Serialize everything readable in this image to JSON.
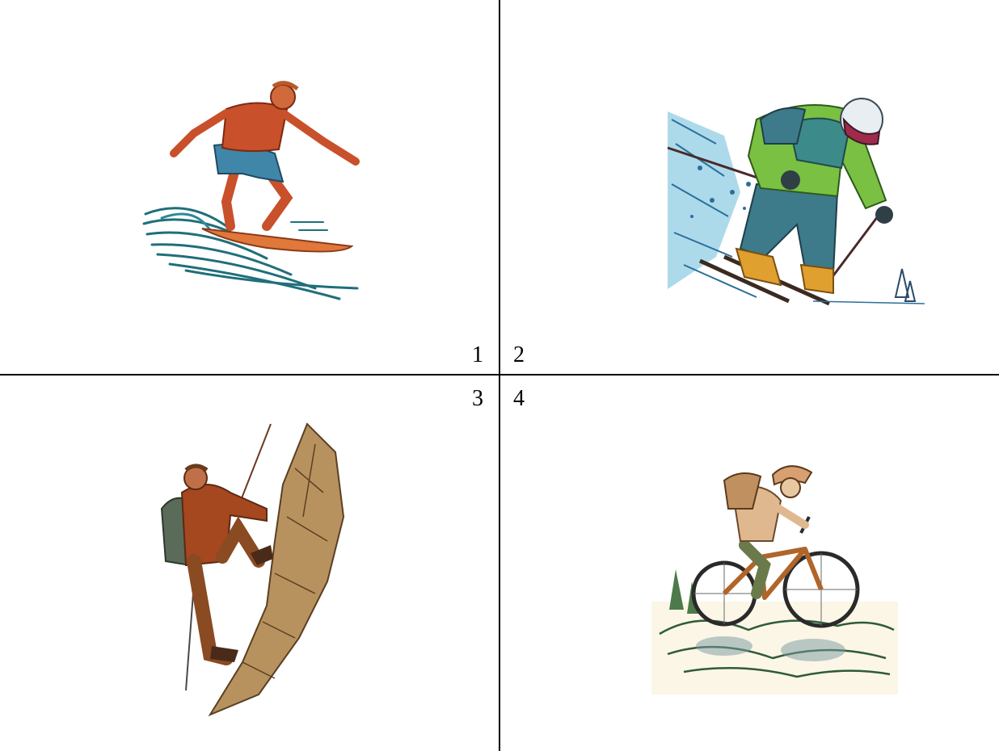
{
  "panels": [
    {
      "number": "1",
      "illustration": "surfer-illustration"
    },
    {
      "number": "2",
      "illustration": "skier-illustration"
    },
    {
      "number": "3",
      "illustration": "climber-illustration"
    },
    {
      "number": "4",
      "illustration": "mountain-biker-illustration"
    }
  ],
  "colors": {
    "divider": "#000000",
    "background": "#ffffff",
    "surf_skin": "#c8502a",
    "surf_shorts": "#3f86a8",
    "surf_wave": "#1f6f7a",
    "ski_jacket": "#7ac043",
    "ski_pants": "#3d7a8a",
    "ski_boots": "#e0a030",
    "climb_jacket": "#a5471f",
    "climb_rock": "#9c7a52",
    "bike_frame": "#b0652a",
    "bike_ground": "#4c7a4a"
  }
}
